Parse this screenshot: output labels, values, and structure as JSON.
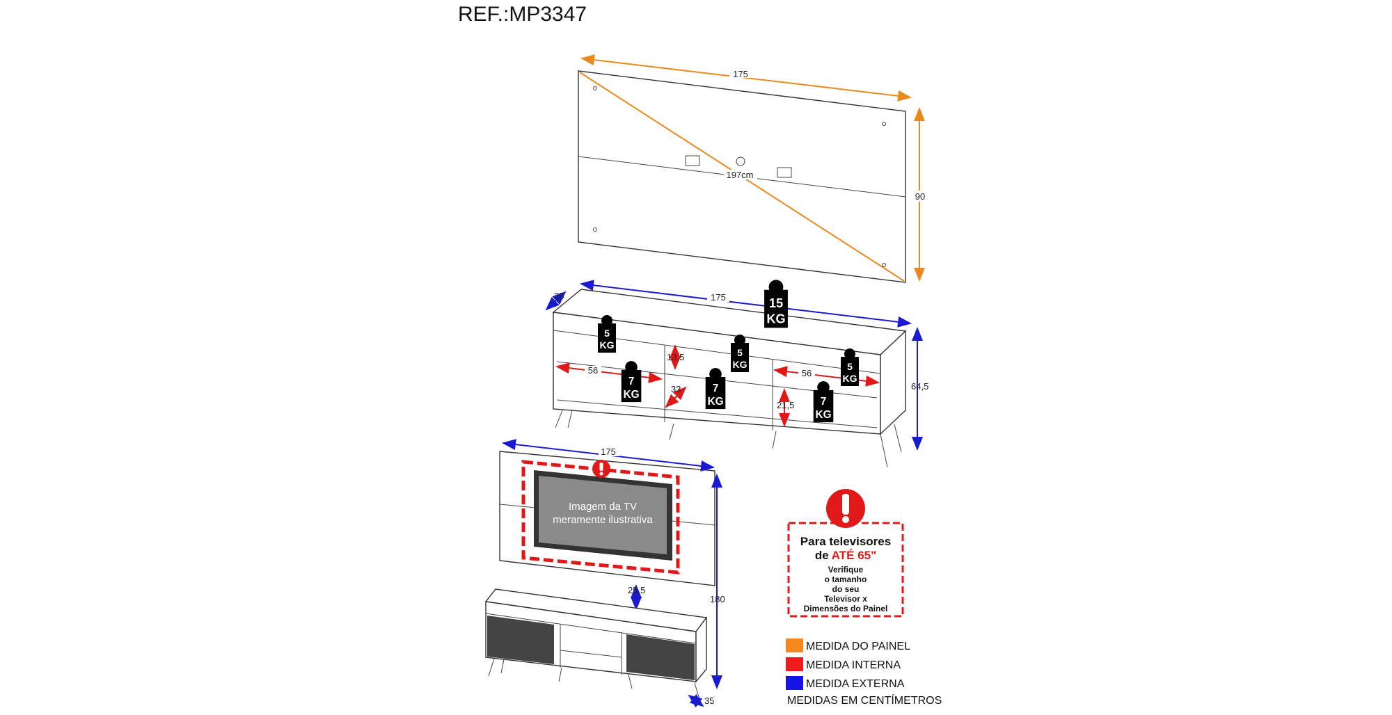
{
  "ref": "REF.:MP3347",
  "panel": {
    "width": "175",
    "height": "90",
    "diagonal": "197cm"
  },
  "rack": {
    "width": "175",
    "depth": "35",
    "height": "64,5",
    "inner_left_width": "56",
    "inner_right_width": "56",
    "inner_top_height": "13,5",
    "inner_depth": "33",
    "inner_lower_height": "21,5",
    "weights": [
      {
        "value": "15",
        "unit": "KG"
      },
      {
        "value": "5",
        "unit": "KG"
      },
      {
        "value": "7",
        "unit": "KG"
      },
      {
        "value": "5",
        "unit": "KG"
      },
      {
        "value": "7",
        "unit": "KG"
      },
      {
        "value": "5",
        "unit": "KG"
      },
      {
        "value": "7",
        "unit": "KG"
      }
    ]
  },
  "assembly": {
    "width": "175",
    "height": "180",
    "gap": "25,5",
    "depth": "35",
    "tv_text_1": "Imagem da TV",
    "tv_text_2": "meramente ilustrativa"
  },
  "notice": {
    "line1": "Para televisores",
    "line2_prefix": "de ",
    "line2_highlight": "ATÉ 65\"",
    "lines": [
      "Verifique",
      "o tamanho",
      "do seu",
      "Televisor x",
      "Dimensões do Painel"
    ]
  },
  "legend": {
    "items": [
      {
        "label": "MEDIDA DO PAINEL",
        "color": "#f5891f"
      },
      {
        "label": "MEDIDA INTERNA",
        "color": "#ee1c1c"
      },
      {
        "label": "MEDIDA EXTERNA",
        "color": "#1414e6"
      }
    ],
    "footer": "MEDIDAS EM CENTÍMETROS"
  },
  "colors": {
    "orange": "#e8891e",
    "red": "#e01818",
    "blue": "#1a1ad0"
  }
}
